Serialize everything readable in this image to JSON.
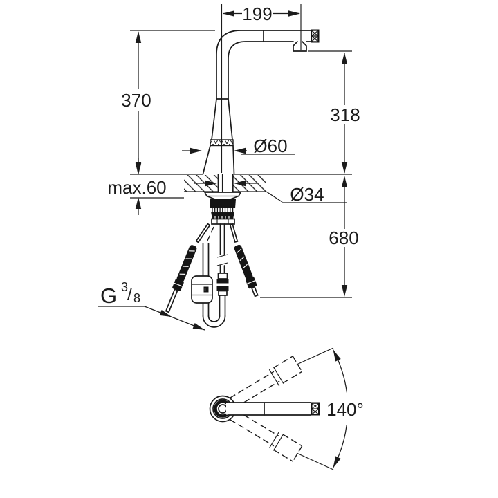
{
  "meta": {
    "drawing_type": "faucet dimensional drawing",
    "background_color": "#ffffff",
    "line_color": "#1b1b1b"
  },
  "front_view": {
    "dim_spout_reach": "199",
    "dim_height_above_deck": "370",
    "dim_outlet_height": "318",
    "dim_body_diameter": "Ø60",
    "dim_max_counter_thickness": "max.60",
    "dim_hole_diameter": "Ø34",
    "dim_hose_length": "680",
    "thread_label": {
      "g": "G",
      "numerator": "3",
      "slash": "/",
      "denominator": "8"
    }
  },
  "top_view": {
    "swivel_angle": "140°"
  }
}
